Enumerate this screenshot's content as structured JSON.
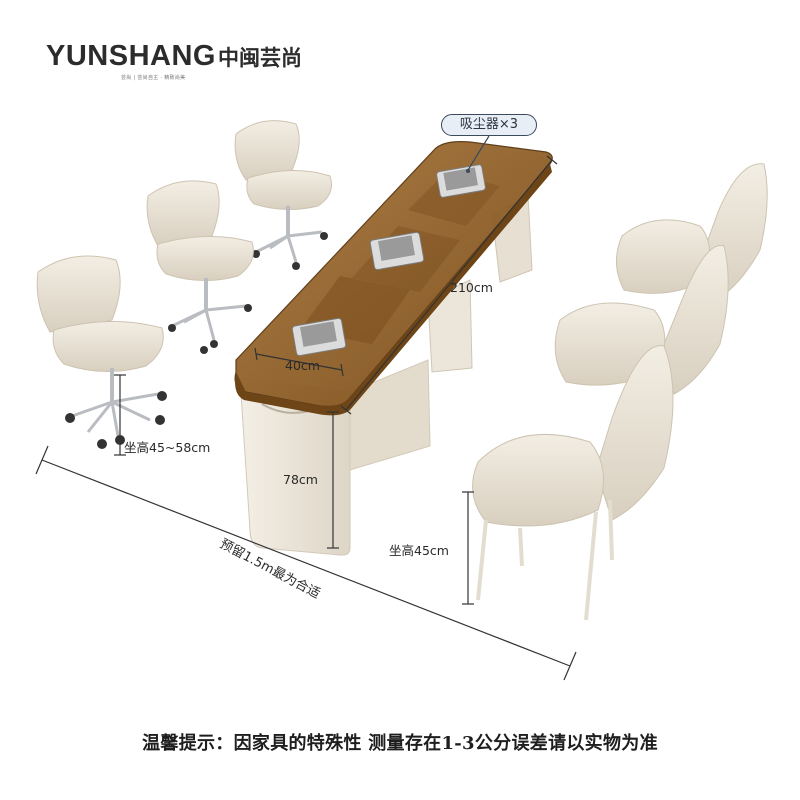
{
  "brand": {
    "name_en": "YUNSHANG",
    "name_cn": "中闽芸尚",
    "tagline": "芸尚 | 芸尚自主 · 精致尚美"
  },
  "annotations": {
    "vacuum": "吸尘器×3",
    "length": "210cm",
    "width": "40cm",
    "height": "78cm",
    "stool_seat": "坐高45~58cm",
    "chair_seat": "坐高45cm",
    "clearance": "预留1.5m最为合适"
  },
  "footer": "温馨提示：因家具的特殊性 测量存在1-3公分误差请以实物为准",
  "colors": {
    "cream": "#efe9dd",
    "cream_shadow": "#d9d1c2",
    "glass_top": "#9b6a2e",
    "glass_dark": "#6e4516",
    "line": "#333333",
    "chrome": "#b9bcc0",
    "pill_border": "#3b4a5c"
  }
}
